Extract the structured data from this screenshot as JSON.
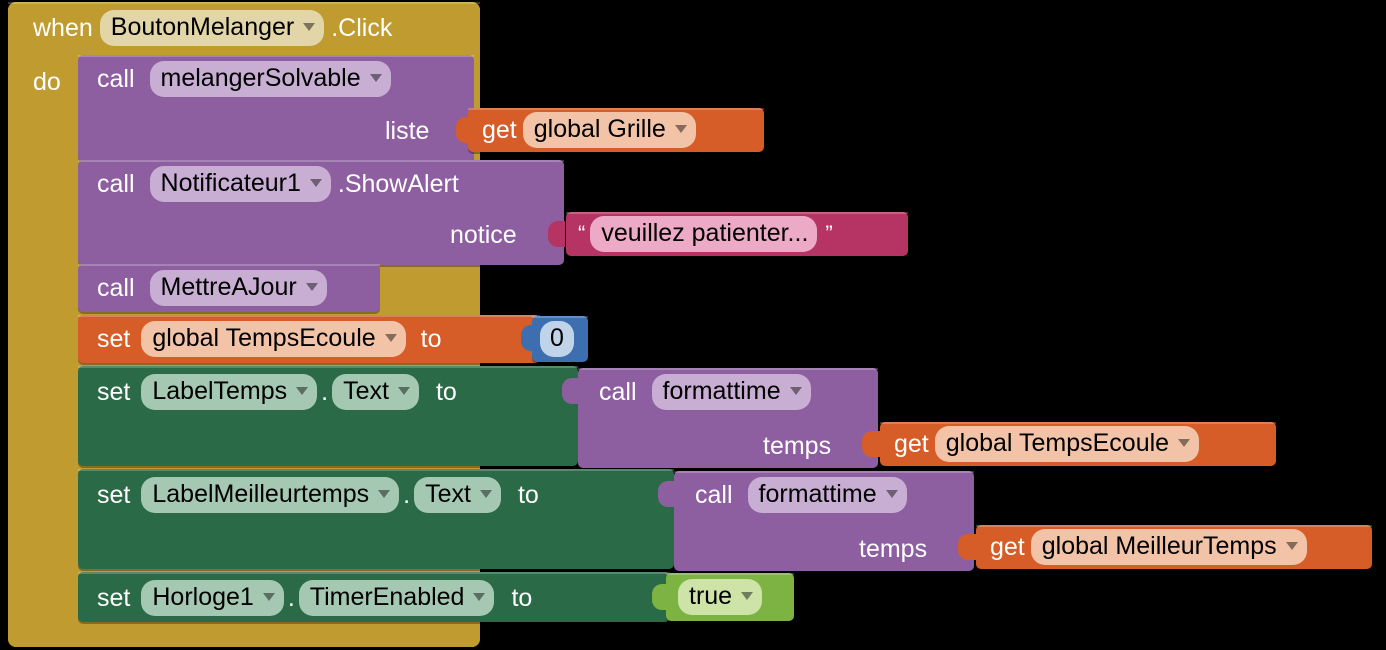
{
  "app": {
    "name": "MIT App Inventor Blocks Editor",
    "canvas_background": "#000000"
  },
  "colors": {
    "event": "#bf9b30",
    "event_field": "#e2d5a8",
    "procedure": "#8d5fa0",
    "procedure_field": "#c9aed4",
    "variable": "#d65c28",
    "variable_field": "#f2c3a7",
    "setter": "#2b6a47",
    "setter_field": "#a5c8b2",
    "text": "#b63463",
    "text_field": "#edaac6",
    "math": "#3d6eb0",
    "math_field": "#c0d3e8",
    "logic": "#7cb342",
    "logic_field": "#cde3a8"
  },
  "event": {
    "when_label": "when",
    "component": "BoutonMelanger",
    "event_name": ".Click",
    "do_label": "do"
  },
  "statements": [
    {
      "id": "call-melangerSolvable",
      "type": "procedure-call",
      "call_label": "call",
      "procedure": "melangerSolvable",
      "args": [
        {
          "name_label": "liste",
          "value": {
            "type": "variable-get",
            "get_label": "get",
            "variable": "global Grille"
          }
        }
      ]
    },
    {
      "id": "call-Notificateur1-ShowAlert",
      "type": "component-method-call",
      "call_label": "call",
      "component": "Notificateur1",
      "method": ".ShowAlert",
      "args": [
        {
          "name_label": "notice",
          "value": {
            "type": "text-literal",
            "open_quote": "“",
            "close_quote": "”",
            "text": "veuillez patienter..."
          }
        }
      ]
    },
    {
      "id": "call-MettreAJour",
      "type": "procedure-call",
      "call_label": "call",
      "procedure": "MettreAJour",
      "args": []
    },
    {
      "id": "set-global-TempsEcoule",
      "type": "variable-set",
      "set_label": "set",
      "variable": "global TempsEcoule",
      "to_label": "to",
      "value": {
        "type": "number",
        "number": "0"
      }
    },
    {
      "id": "set-LabelTemps-Text",
      "type": "component-property-set",
      "set_label": "set",
      "component": "LabelTemps",
      "property": "Text",
      "to_label": "to",
      "value": {
        "type": "procedure-call-return",
        "call_label": "call",
        "procedure": "formattime",
        "args": [
          {
            "name_label": "temps",
            "value": {
              "type": "variable-get",
              "get_label": "get",
              "variable": "global TempsEcoule"
            }
          }
        ]
      }
    },
    {
      "id": "set-LabelMeilleurtemps-Text",
      "type": "component-property-set",
      "set_label": "set",
      "component": "LabelMeilleurtemps",
      "property": "Text",
      "to_label": "to",
      "value": {
        "type": "procedure-call-return",
        "call_label": "call",
        "procedure": "formattime",
        "args": [
          {
            "name_label": "temps",
            "value": {
              "type": "variable-get",
              "get_label": "get",
              "variable": "global MeilleurTemps"
            }
          }
        ]
      }
    },
    {
      "id": "set-Horloge1-TimerEnabled",
      "type": "component-property-set",
      "set_label": "set",
      "component": "Horloge1",
      "property": "TimerEnabled",
      "to_label": "to",
      "value": {
        "type": "logic-boolean",
        "boolean": "true"
      }
    }
  ]
}
